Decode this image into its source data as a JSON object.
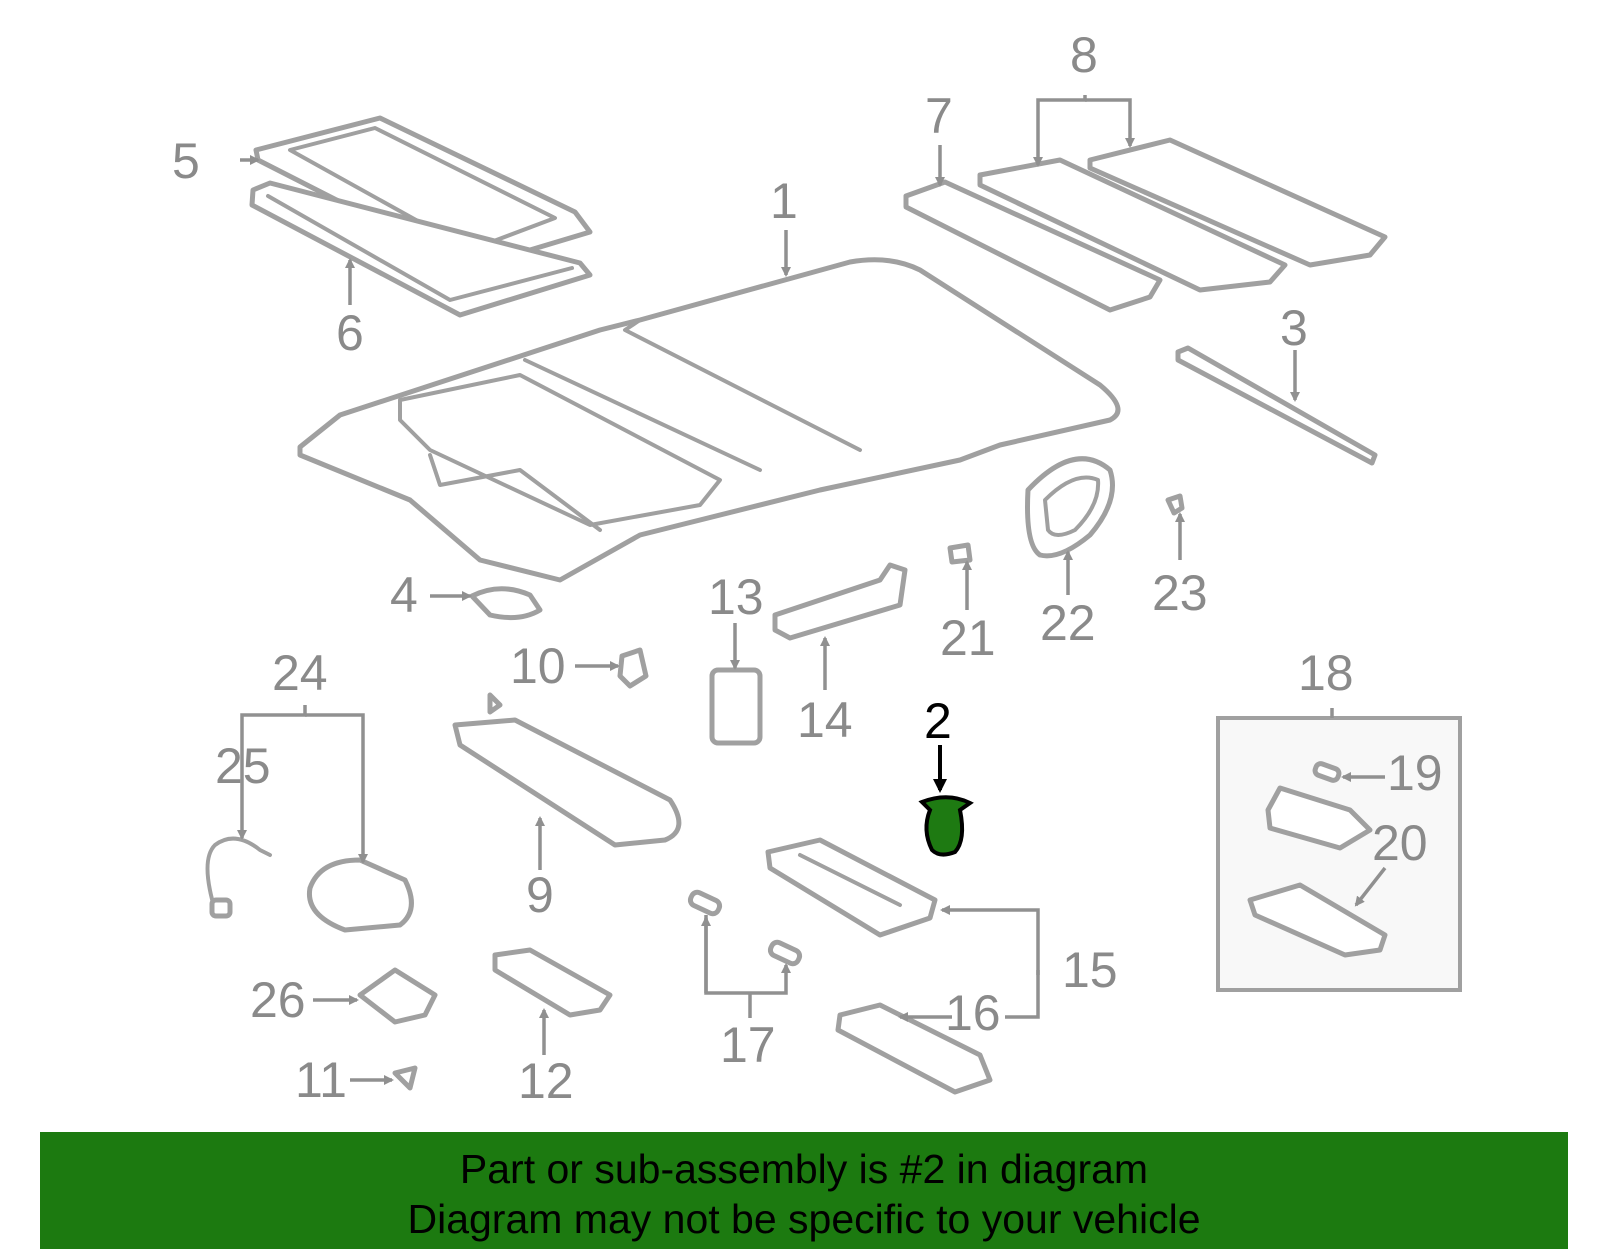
{
  "callouts": [
    "1",
    "2",
    "3",
    "4",
    "5",
    "6",
    "7",
    "8",
    "9",
    "10",
    "11",
    "12",
    "13",
    "14",
    "15",
    "16",
    "17",
    "18",
    "19",
    "20",
    "21",
    "22",
    "23",
    "24",
    "25",
    "26"
  ],
  "highlight": {
    "callout": "2",
    "fill_color": "#1e7a12"
  },
  "banner": {
    "line1": "Part or sub-assembly is #2 in diagram",
    "line2": "Diagram may not be specific to your vehicle",
    "background_color": "#1c7a10"
  }
}
